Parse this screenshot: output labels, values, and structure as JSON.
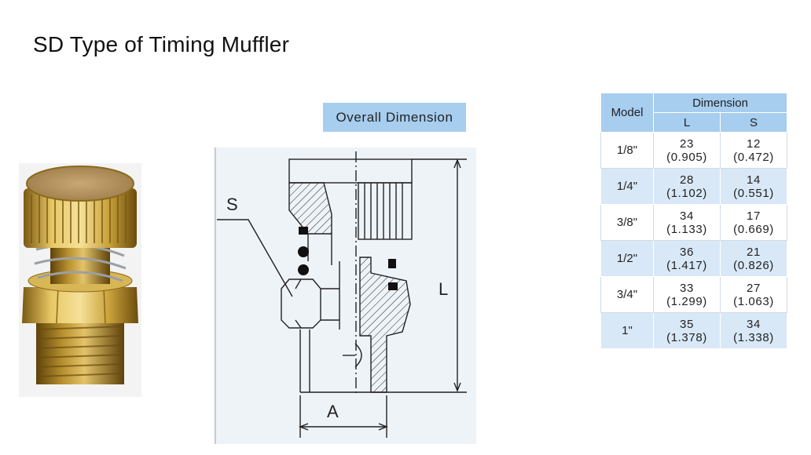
{
  "title": "SD Type of Timing Muffler",
  "drawing": {
    "label": "Overall Dimension",
    "callout_s": "S",
    "callout_l": "L",
    "callout_a": "A"
  },
  "table": {
    "header_model": "Model",
    "header_dimension": "Dimension",
    "header_l": "L",
    "header_s": "S",
    "rows": [
      {
        "model": "1/8\"",
        "l": "23",
        "l_in": "(0.905)",
        "s": "12",
        "s_in": "(0.472)"
      },
      {
        "model": "1/4\"",
        "l": "28",
        "l_in": "(1.102)",
        "s": "14",
        "s_in": "(0.551)"
      },
      {
        "model": "3/8\"",
        "l": "34",
        "l_in": "(1.133)",
        "s": "17",
        "s_in": "(0.669)"
      },
      {
        "model": "1/2\"",
        "l": "36",
        "l_in": "(1.417)",
        "s": "21",
        "s_in": "(0.826)"
      },
      {
        "model": "3/4\"",
        "l": "33",
        "l_in": "(1.299)",
        "s": "27",
        "s_in": "(1.063)"
      },
      {
        "model": "1\"",
        "l": "35",
        "l_in": "(1.378)",
        "s": "34",
        "s_in": "(1.338)"
      }
    ]
  },
  "colors": {
    "header_blue": "#a7cdef",
    "row_blue": "#d9e8f7",
    "brass": "#c9a23a"
  }
}
